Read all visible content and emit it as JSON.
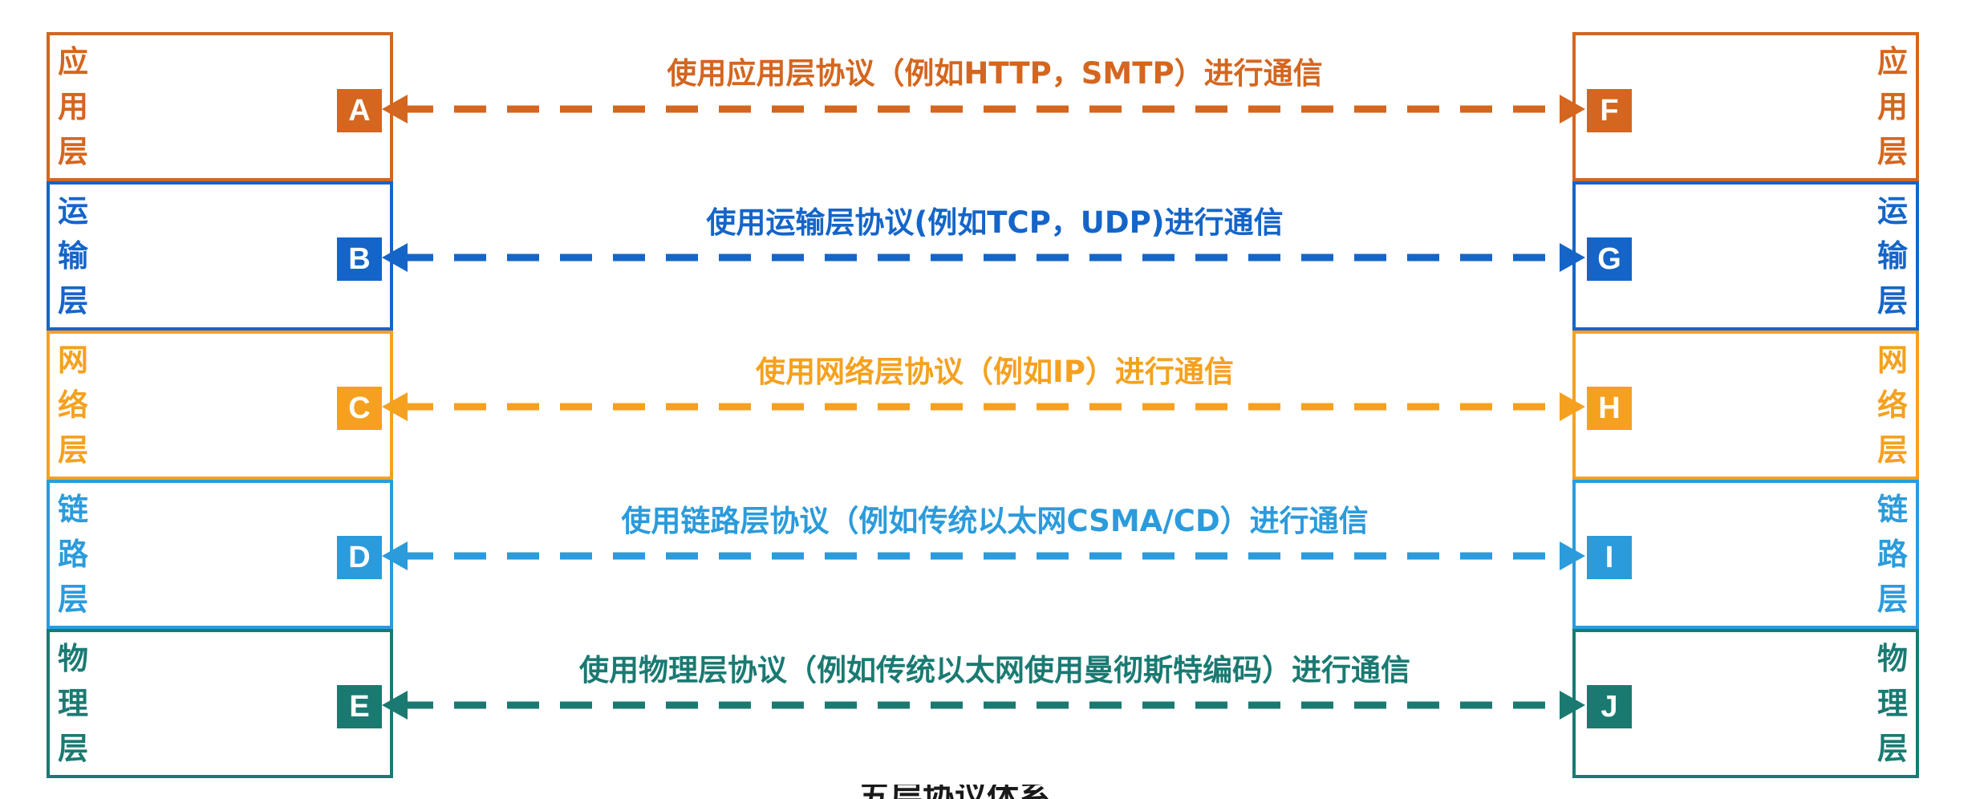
{
  "layers": [
    {
      "key": "application",
      "name_chars": [
        "应",
        "用",
        "层"
      ],
      "left_node": "A",
      "right_node": "F",
      "protocol_label": "使用应用层协议（例如HTTP，SMTP）进行通信",
      "color": "#d4661f"
    },
    {
      "key": "transport",
      "name_chars": [
        "运",
        "输",
        "层"
      ],
      "left_node": "B",
      "right_node": "G",
      "protocol_label": "使用运输层协议(例如TCP，UDP)进行通信",
      "color": "#1565c8"
    },
    {
      "key": "network",
      "name_chars": [
        "网",
        "络",
        "层"
      ],
      "left_node": "C",
      "right_node": "H",
      "protocol_label": "使用网络层协议（例如IP）进行通信",
      "color": "#f5a11f"
    },
    {
      "key": "link",
      "name_chars": [
        "链",
        "路",
        "层"
      ],
      "left_node": "D",
      "right_node": "I",
      "protocol_label": "使用链路层协议（例如传统以太网CSMA/CD）进行通信",
      "color": "#2b9bdb"
    },
    {
      "key": "physical",
      "name_chars": [
        "物",
        "理",
        "层"
      ],
      "left_node": "E",
      "right_node": "J",
      "protocol_label": "使用物理层协议（例如传统以太网使用曼彻斯特编码）进行通信",
      "color": "#1a7a72"
    }
  ],
  "caption": "五层协议体系"
}
